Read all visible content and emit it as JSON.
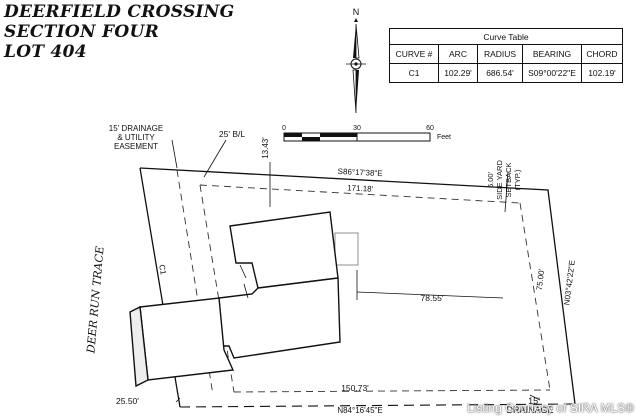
{
  "title": {
    "line1": "DEERFIELD CROSSING",
    "line2": "SECTION FOUR",
    "line3": "LOT 404"
  },
  "north_label": "N",
  "curve_table": {
    "caption": "Curve Table",
    "headers": [
      "CURVE #",
      "ARC",
      "RADIUS",
      "BEARING",
      "CHORD"
    ],
    "rows": [
      [
        "C1",
        "102.29'",
        "686.54'",
        "S09°00'22\"E",
        "102.19'"
      ]
    ]
  },
  "scale_bar": {
    "ticks": [
      "0",
      "30",
      "60"
    ],
    "unit": "Feet"
  },
  "labels": {
    "drainage_easement": [
      "15' DRAINAGE",
      "& UTILITY",
      "EASEMENT"
    ],
    "building_line": "25' B/L",
    "side_yard": [
      "6.00'",
      "SIDE YARD",
      "SETBACK",
      "(TYP.)"
    ],
    "dim_front_setback": "13.43'",
    "bearing_north": "S86°17'38\"E",
    "dist_north": "171.18'",
    "dist_house": "78.55'",
    "dist_east": "75.00'",
    "bearing_east": "N03°42'22\"E",
    "dist_south": "150.73'",
    "bearing_south": "N84°16'45\"E",
    "dist_sw": "25.50'",
    "curve_label": "C1",
    "street": "DEER RUN TRACE",
    "drainage_bottom": [
      "15'",
      "DRAINAGE"
    ]
  },
  "watermark": "Listing Courtesy of SIRA MLS®"
}
